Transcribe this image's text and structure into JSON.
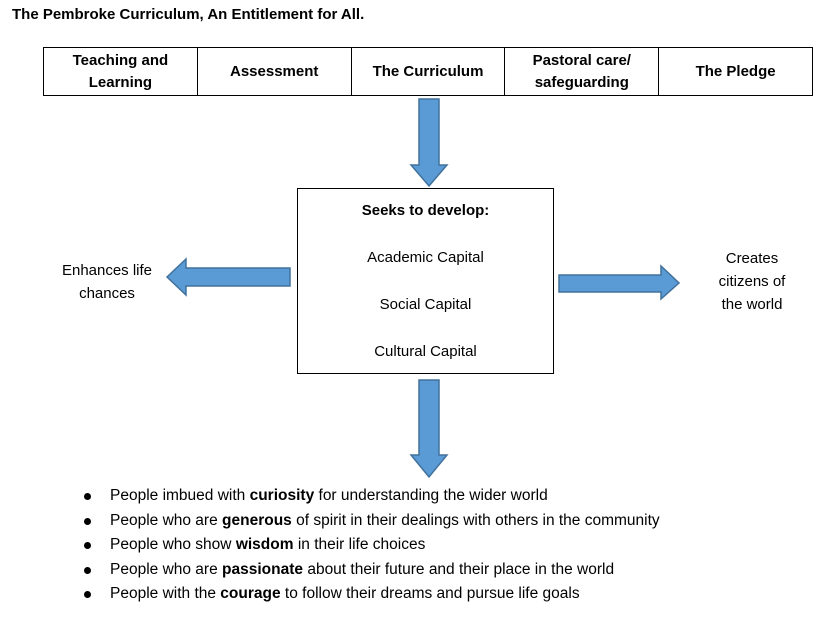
{
  "title": "The Pembroke Curriculum, An Entitlement for All.",
  "top_row": [
    {
      "label": "Teaching and Learning"
    },
    {
      "label": "Assessment"
    },
    {
      "label": "The Curriculum"
    },
    {
      "label": "Pastoral care/ safeguarding"
    },
    {
      "label": "The Pledge"
    }
  ],
  "center_box": {
    "heading": "Seeks to develop:",
    "items": [
      "Academic Capital",
      "Social Capital",
      "Cultural Capital"
    ]
  },
  "left_text": "Enhances life chances",
  "right_text": "Creates citizens of the world",
  "bullets": [
    {
      "before": "People imbued with ",
      "bold": "curiosity",
      "after": " for understanding the wider world"
    },
    {
      "before": "People who are ",
      "bold": "generous",
      "after": " of spirit in their dealings with others in the community"
    },
    {
      "before": "People who show ",
      "bold": "wisdom",
      "after": " in their life choices"
    },
    {
      "before": "People who are ",
      "bold": "passionate",
      "after": " about their future and their place in the world"
    },
    {
      "before": "People with the ",
      "bold": "courage",
      "after": " to follow their dreams and pursue life goals"
    }
  ],
  "colors": {
    "arrow_fill": "#5b9bd5",
    "arrow_stroke": "#41719c"
  }
}
